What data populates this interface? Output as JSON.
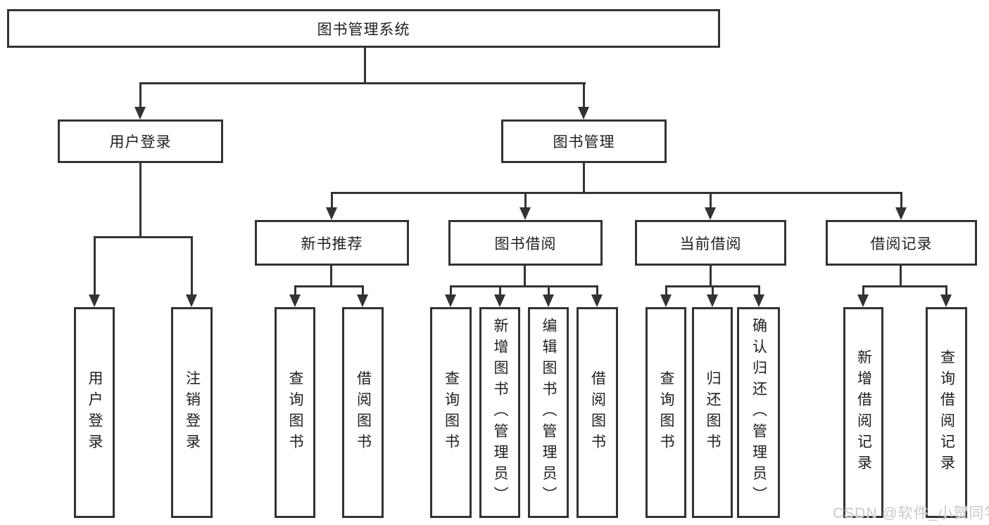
{
  "style": {
    "line_color": "#333333",
    "text_color": "#1f1f1f",
    "background": "#ffffff",
    "watermark_color": "#c9c9c9"
  },
  "watermark": {
    "text": "CSDN @软件_小贺同学"
  },
  "tree": {
    "label": "图书管理系统",
    "children": [
      {
        "label": "用户登录",
        "children": [
          {
            "label": "用户登录"
          },
          {
            "label": "注销登录"
          }
        ]
      },
      {
        "label": "图书管理",
        "children": [
          {
            "label": "新书推荐",
            "children": [
              {
                "label": "查询图书"
              },
              {
                "label": "借阅图书"
              }
            ]
          },
          {
            "label": "图书借阅",
            "children": [
              {
                "label": "查询图书"
              },
              {
                "label": "新增图书（管理员）"
              },
              {
                "label": "编辑图书（管理员）"
              },
              {
                "label": "借阅图书"
              }
            ]
          },
          {
            "label": "当前借阅",
            "children": [
              {
                "label": "查询图书"
              },
              {
                "label": "归还图书"
              },
              {
                "label": "确认归还（管理员）"
              }
            ]
          },
          {
            "label": "借阅记录",
            "children": [
              {
                "label": "新增借阅记录"
              },
              {
                "label": "查询借阅记录"
              }
            ]
          }
        ]
      }
    ]
  }
}
